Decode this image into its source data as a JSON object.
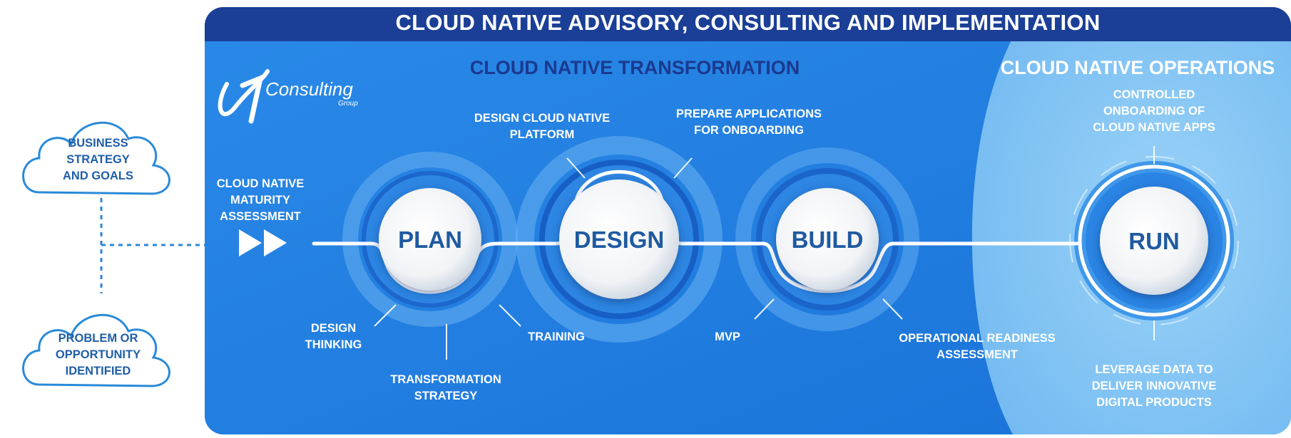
{
  "banner": {
    "title": "CLOUD NATIVE ADVISORY, CONSULTING AND IMPLEMENTATION"
  },
  "logo": {
    "main": "Consulting",
    "sub": "Group"
  },
  "sections": {
    "transformation": "CLOUD NATIVE TRANSFORMATION",
    "operations": "CLOUD NATIVE OPERATIONS"
  },
  "clouds": {
    "business": "BUSINESS\nSTRATEGY\nAND GOALS",
    "problem": "PROBLEM OR\nOPPORTUNITY\nIDENTIFIED"
  },
  "entry": {
    "label": "CLOUD NATIVE\nMATURITY\nASSESSMENT"
  },
  "stages": {
    "plan": "PLAN",
    "design": "DESIGN",
    "build": "BUILD",
    "run": "RUN"
  },
  "annotations": {
    "design_thinking": "DESIGN\nTHINKING",
    "transformation_strategy": "TRANSFORMATION\nSTRATEGY",
    "training": "TRAINING",
    "design_platform": "DESIGN CLOUD NATIVE\nPLATFORM",
    "prepare_apps": "PREPARE APPLICATIONS\nFOR ONBOARDING",
    "mvp": "MVP",
    "operational_readiness": "OPERATIONAL READINESS\nASSESSMENT",
    "controlled_onboarding": "CONTROLLED\nONBOARDING OF\nCLOUD NATIVE APPS",
    "leverage_data": "LEVERAGE DATA TO\nDELIVER INNOVATIVE\nDIGITAL PRODUCTS"
  },
  "colors": {
    "banner": "#1b3f96",
    "panel": "#1f80e4",
    "operations": "#7cc0f3",
    "dark_title": "#1a3a8f",
    "cloud_text": "#1f5ea8"
  }
}
